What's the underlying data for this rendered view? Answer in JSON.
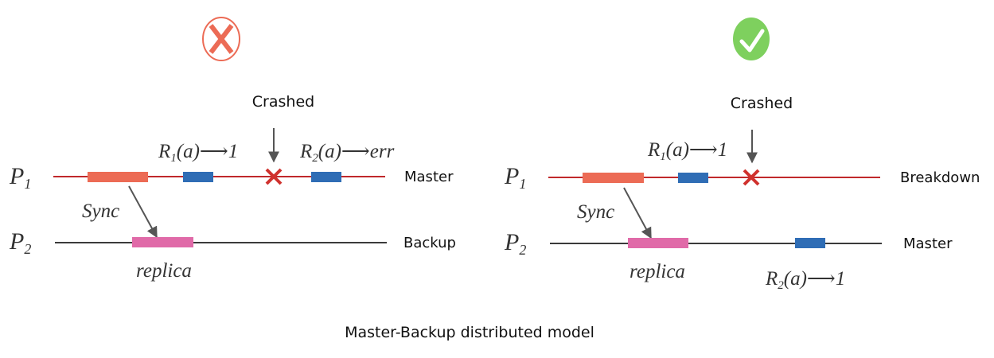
{
  "title": "Master-Backup distributed model",
  "colors": {
    "p1_line": "#c0292b",
    "p2_line": "#3a3a3a",
    "sync_block": "#ec6b55",
    "replica_block": "#e06aa8",
    "op_block": "#2f6db5",
    "crash_x": "#d0312d",
    "arrow": "#555555",
    "bad_icon": "#ec6b55",
    "good_icon": "#7ed05e"
  },
  "panels": [
    {
      "verdict": "incorrect",
      "verdict_icon": "x-circle-icon",
      "crash_label": "Crashed",
      "p1": {
        "label": "P",
        "sub": "1",
        "role": "Master"
      },
      "p2": {
        "label": "P",
        "sub": "2",
        "role": "Backup"
      },
      "sync_label": "Sync",
      "replica_label": "replica",
      "r1": {
        "name": "R",
        "sub": "1",
        "rest": "(a)⟶1"
      },
      "r2": {
        "name": "R",
        "sub": "2",
        "rest": "(a)⟶err"
      }
    },
    {
      "verdict": "correct",
      "verdict_icon": "check-circle-icon",
      "crash_label": "Crashed",
      "p1": {
        "label": "P",
        "sub": "1",
        "role": "Breakdown"
      },
      "p2": {
        "label": "P",
        "sub": "2",
        "role": "Master"
      },
      "sync_label": "Sync",
      "replica_label": "replica",
      "r1": {
        "name": "R",
        "sub": "1",
        "rest": "(a)⟶1"
      },
      "r2": {
        "name": "R",
        "sub": "2",
        "rest": "(a)⟶1"
      }
    }
  ]
}
